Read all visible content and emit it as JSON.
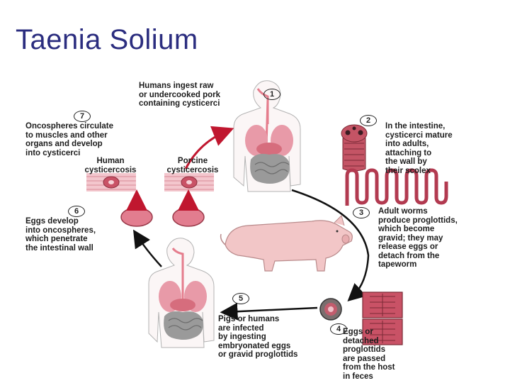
{
  "title": "Taenia Solium",
  "steps": {
    "s1": {
      "number": "1",
      "text": "Humans ingest raw\nor undercooked pork\ncontaining cysticerci"
    },
    "s2": {
      "number": "2",
      "text": "In the intestine,\ncysticerci mature\ninto adults,\nattaching to\nthe wall by\ntheir scolex"
    },
    "s3": {
      "number": "3",
      "text": "Adult worms\nproduce proglottids,\nwhich become\ngravid; they may\nrelease eggs or\ndetach from the\ntapeworm"
    },
    "s4": {
      "number": "4",
      "text": "Eggs or\ndetached\nproglottids\nare passed\nfrom the host\nin feces"
    },
    "s5": {
      "number": "5",
      "text": "Pigs or humans\nare infected\nby ingesting\nembryonated eggs\nor gravid proglottids"
    },
    "s6": {
      "number": "6",
      "text": "Eggs develop\ninto oncospheres,\nwhich penetrate\nthe intestinal wall"
    },
    "s7": {
      "number": "7",
      "text": "Oncospheres circulate\nto muscles and other\norgans and develop\ninto cysticerci"
    }
  },
  "labels": {
    "human": "Human\ncysticercosis",
    "porcine": "Porcine\ncysticercosis"
  },
  "colors": {
    "title": "#2b2d7f",
    "arrow": "#c0172f",
    "organ_pink": "#e89aa8",
    "worm": "#b23a50",
    "gut_gray": "#9a9a9a"
  }
}
